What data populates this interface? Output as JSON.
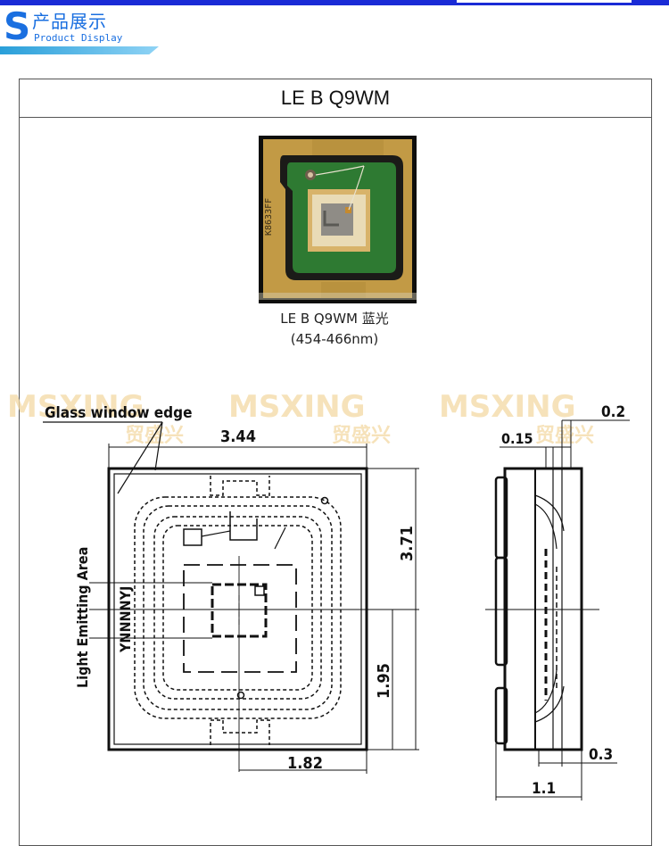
{
  "header": {
    "logo_letter": "S",
    "title_cn": "产品展示",
    "title_en": "Product Display"
  },
  "product": {
    "model": "LE B Q9WM",
    "chip_marking": "K8633FF",
    "caption_line1": "LE B Q9WM 蓝光",
    "caption_line2": "(454-466nm)"
  },
  "watermark": {
    "brand": "MSXING",
    "brand_cn": "贸盛兴"
  },
  "drawing": {
    "glass_window_label": "Glass window edge",
    "light_area_label": "Light Emitting Area",
    "chip_code": "YNNNNYJ",
    "dim_width": "3.44",
    "dim_height": "3.71",
    "dim_center_y": "1.95",
    "dim_center_x": "1.82",
    "dim_side_top": "0.2",
    "dim_side_lens": "0.15",
    "dim_side_bottom": "0.3",
    "dim_side_thickness": "1.1"
  },
  "colors": {
    "accent_blue": "#1a2bd6",
    "photo_gold": "#c9a24a",
    "photo_green": "#2e7a32"
  }
}
